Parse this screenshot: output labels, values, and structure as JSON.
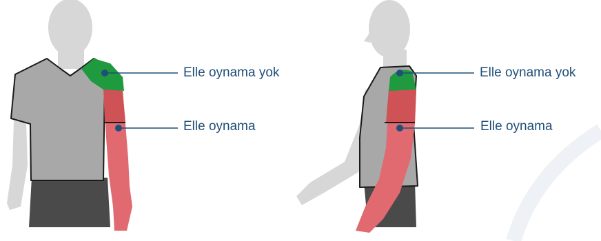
{
  "labels": {
    "front_no_handling": "Elle oynama yok",
    "front_handling": "Elle oynama",
    "side_no_handling": "Elle oynama yok",
    "side_handling": "Elle oynama"
  },
  "colors": {
    "no_handling_zone": "#1f9a3f",
    "handling_zone": "#e06a70",
    "handling_zone_dark": "#cf5257",
    "shirt": "#a8a8a8",
    "skin": "#d7d7d7",
    "shorts": "#4a4a4a",
    "leader_line": "#1f4e79",
    "label_text": "#1f4e79"
  }
}
